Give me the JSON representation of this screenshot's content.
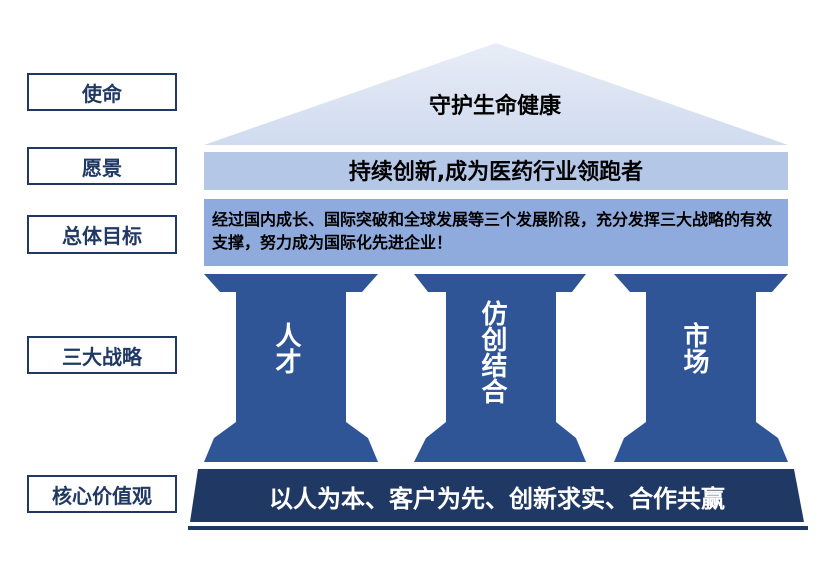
{
  "labels": {
    "mission": "使命",
    "vision": "愿景",
    "goal": "总体目标",
    "strategy": "三大战略",
    "values": "核心价值观"
  },
  "roof": {
    "text": "守护生命健康"
  },
  "vision_band": {
    "text": "持续创新,成为医药行业领跑者"
  },
  "goal_band": {
    "text": "经过国内成长、国际突破和全球发展等三个发展阶段，充分发挥三大战略的有效支撑，努力成为国际化先进企业！"
  },
  "pillars": [
    {
      "text": "人才"
    },
    {
      "text": "仿创结合"
    },
    {
      "text": "市场"
    }
  ],
  "base": {
    "text": "以人为本、客户为先、创新求实、合作共赢"
  },
  "colors": {
    "roof": "#d9e1f2",
    "vision_band": "#b4c7e7",
    "goal_band": "#8faadc",
    "pillar": "#2f5597",
    "base": "#1f3864",
    "label_border": "#1f3864"
  }
}
